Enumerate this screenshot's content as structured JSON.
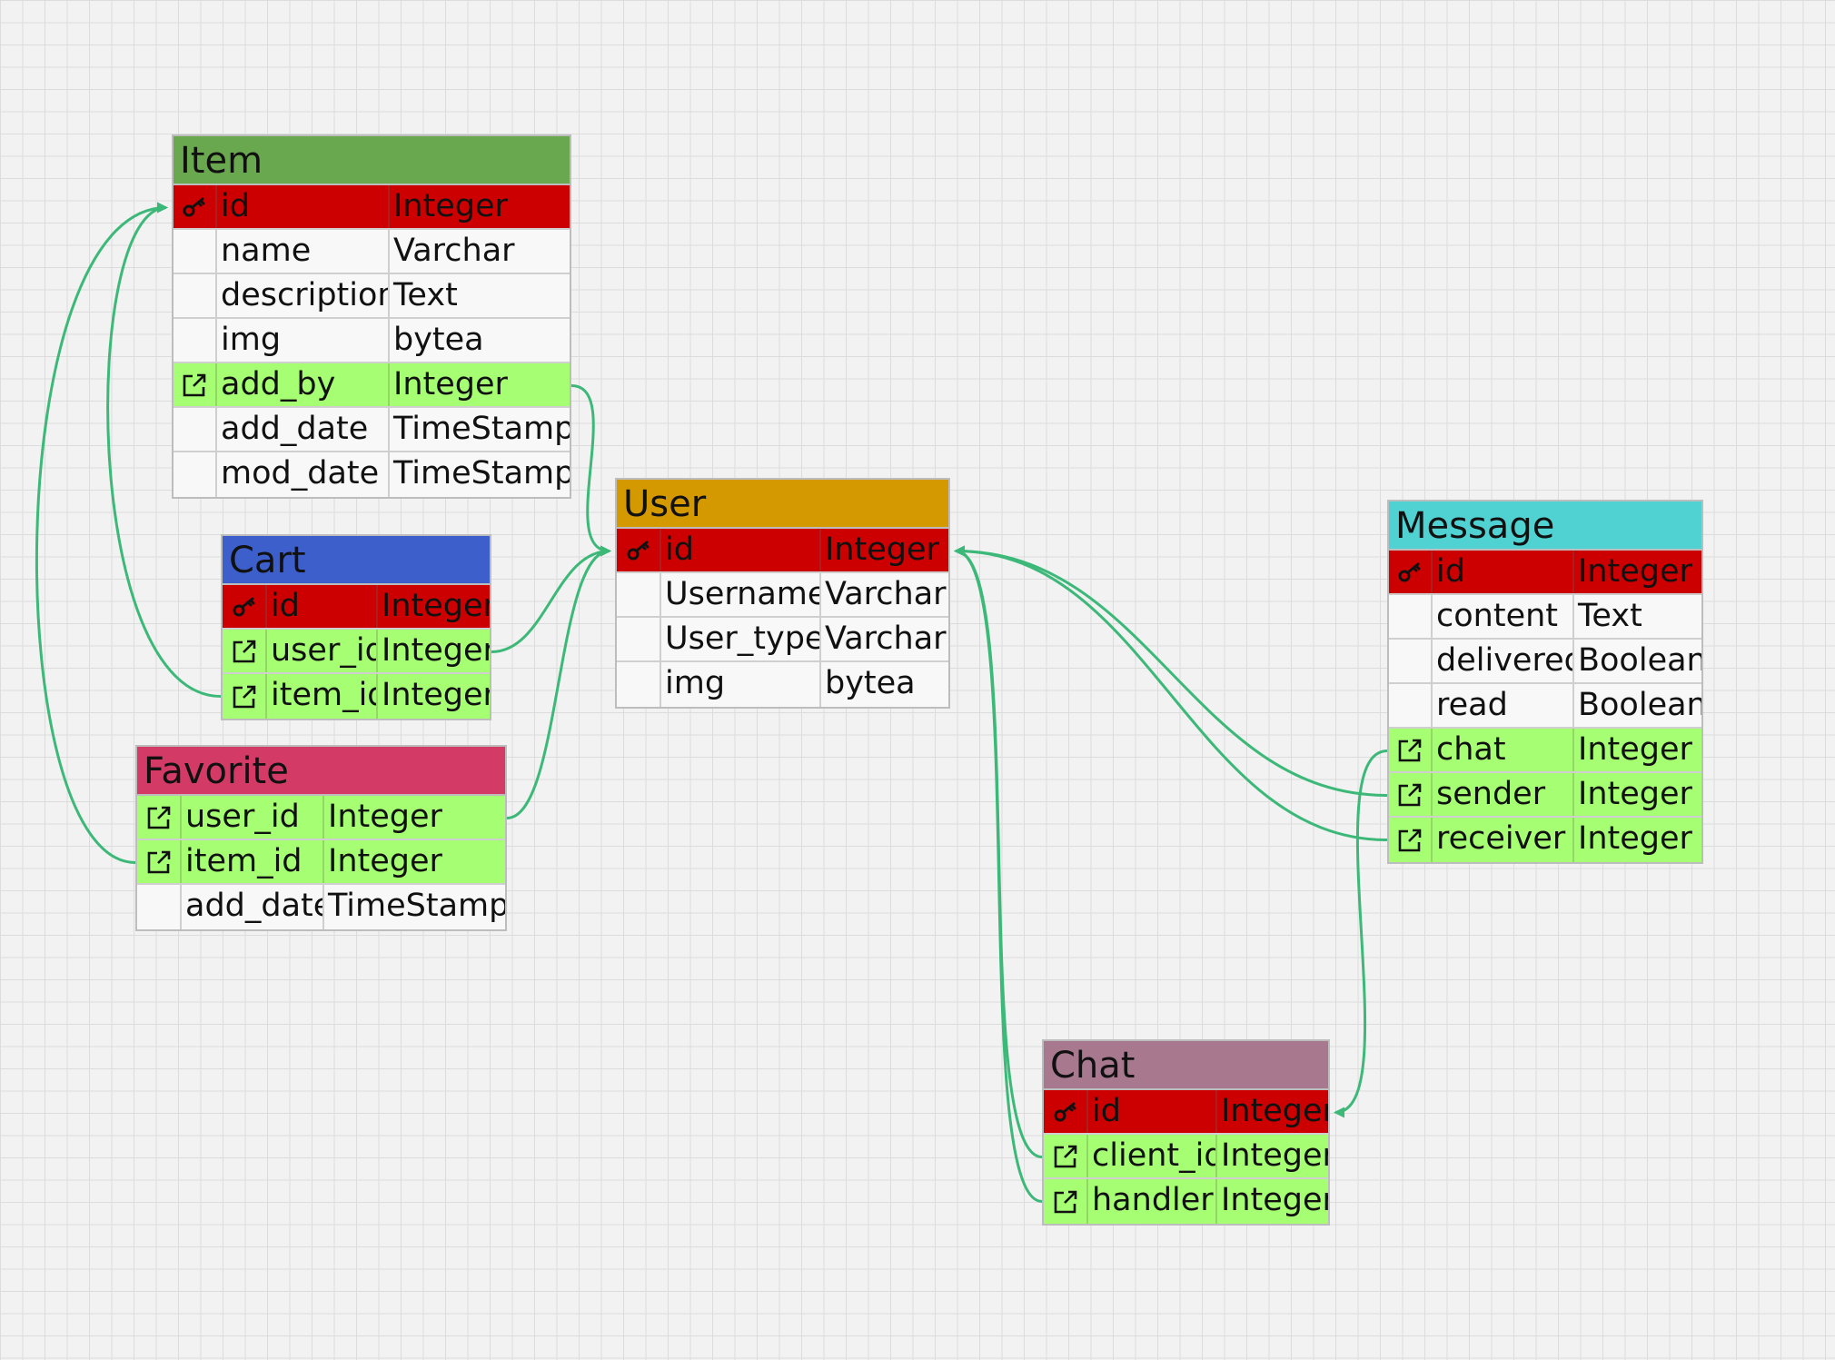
{
  "colors": {
    "link": "#3cb878",
    "pk_row": "#cc0000",
    "fk_row": "#a6ff73",
    "plain_row": "#f8f8f8"
  },
  "tables": [
    {
      "id": "item",
      "name": "Item",
      "header_color": "#6aa84f",
      "rows": [
        {
          "kind": "pk",
          "field": "id",
          "type": "Integer"
        },
        {
          "kind": "plain",
          "field": "name",
          "type": "Varchar"
        },
        {
          "kind": "plain",
          "field": "description",
          "type": "Text"
        },
        {
          "kind": "plain",
          "field": "img",
          "type": "bytea"
        },
        {
          "kind": "fk",
          "field": "add_by",
          "type": "Integer"
        },
        {
          "kind": "plain",
          "field": "add_date",
          "type": "TimeStamp"
        },
        {
          "kind": "plain",
          "field": "mod_date",
          "type": "TimeStamp"
        }
      ]
    },
    {
      "id": "cart",
      "name": "Cart",
      "header_color": "#3d5fcc",
      "rows": [
        {
          "kind": "pk",
          "field": "id",
          "type": "Integer"
        },
        {
          "kind": "fk",
          "field": "user_id",
          "type": "Integer"
        },
        {
          "kind": "fk",
          "field": "item_id",
          "type": "Integer"
        }
      ]
    },
    {
      "id": "favorite",
      "name": "Favorite",
      "header_color": "#d43a66",
      "rows": [
        {
          "kind": "fk",
          "field": "user_id",
          "type": "Integer"
        },
        {
          "kind": "fk",
          "field": "item_id",
          "type": "Integer"
        },
        {
          "kind": "plain",
          "field": "add_date",
          "type": "TimeStamp"
        }
      ]
    },
    {
      "id": "user",
      "name": "User",
      "header_color": "#d59900",
      "rows": [
        {
          "kind": "pk",
          "field": "id",
          "type": "Integer"
        },
        {
          "kind": "plain",
          "field": "Username",
          "type": "Varchar"
        },
        {
          "kind": "plain",
          "field": "User_type",
          "type": "Varchar"
        },
        {
          "kind": "plain",
          "field": "img",
          "type": "bytea"
        }
      ]
    },
    {
      "id": "message",
      "name": "Message",
      "header_color": "#50d2d2",
      "rows": [
        {
          "kind": "pk",
          "field": "id",
          "type": "Integer"
        },
        {
          "kind": "plain",
          "field": "content",
          "type": "Text"
        },
        {
          "kind": "plain",
          "field": "delivered",
          "type": "Boolean"
        },
        {
          "kind": "plain",
          "field": "read",
          "type": "Boolean"
        },
        {
          "kind": "fk",
          "field": "chat",
          "type": "Integer"
        },
        {
          "kind": "fk",
          "field": "sender",
          "type": "Integer"
        },
        {
          "kind": "fk",
          "field": "receiver",
          "type": "Integer"
        }
      ]
    },
    {
      "id": "chat",
      "name": "Chat",
      "header_color": "#a8788f",
      "rows": [
        {
          "kind": "pk",
          "field": "id",
          "type": "Integer"
        },
        {
          "kind": "fk",
          "field": "client_id",
          "type": "Integer"
        },
        {
          "kind": "fk",
          "field": "handler",
          "type": "Integer"
        }
      ]
    }
  ],
  "relations": [
    {
      "from": "item.add_by",
      "to": "user.id"
    },
    {
      "from": "cart.user_id",
      "to": "user.id"
    },
    {
      "from": "cart.item_id",
      "to": "item.id"
    },
    {
      "from": "favorite.user_id",
      "to": "user.id"
    },
    {
      "from": "favorite.item_id",
      "to": "item.id"
    },
    {
      "from": "message.sender",
      "to": "user.id"
    },
    {
      "from": "message.receiver",
      "to": "user.id"
    },
    {
      "from": "message.chat",
      "to": "chat.id"
    },
    {
      "from": "chat.client_id",
      "to": "user.id"
    },
    {
      "from": "chat.handler",
      "to": "user.id"
    }
  ]
}
